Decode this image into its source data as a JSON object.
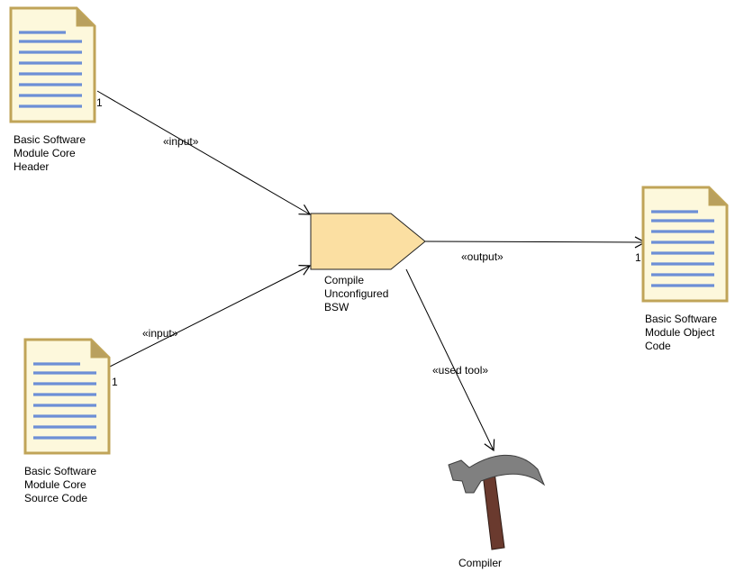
{
  "colors": {
    "doc_fill": "#fdf8dc",
    "doc_border": "#c0a458",
    "doc_fold": "#b9a05e",
    "doc_lines": "#6d8fd6",
    "task_fill": "#fbdfa2",
    "task_border": "#222222",
    "hammer_head": "#808080",
    "hammer_handle": "#6a3a2e",
    "edge": "#000000"
  },
  "artifacts": {
    "header": {
      "icon": "document-icon",
      "name_lines": [
        "Basic Software",
        "Module Core",
        "Header"
      ],
      "multiplicity": "1"
    },
    "source": {
      "icon": "document-icon",
      "name_lines": [
        "Basic Software",
        "Module Core",
        "Source Code"
      ],
      "multiplicity": "1"
    },
    "object": {
      "icon": "document-icon",
      "name_lines": [
        "Basic Software",
        "Module Object",
        "Code"
      ],
      "multiplicity": "1"
    }
  },
  "task": {
    "name_lines": [
      "Compile",
      "Unconfigured",
      "BSW"
    ]
  },
  "tool": {
    "icon": "hammer-icon",
    "name": "Compiler"
  },
  "edges": {
    "input_header": "«input»",
    "input_source": "«input»",
    "output": "«output»",
    "used_tool": "«used tool»"
  }
}
